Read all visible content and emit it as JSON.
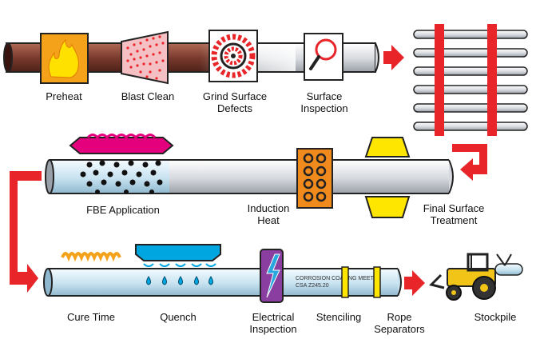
{
  "steps": {
    "preheat": "Preheat",
    "blast_clean": "Blast Clean",
    "grind_surface_defects": "Grind Surface\nDefects",
    "surface_inspection": "Surface\nInspection",
    "fbe_application": "FBE Application",
    "induction_heat": "Induction\nHeat",
    "final_surface_treatment": "Final Surface\nTreatment",
    "cure_time": "Cure Time",
    "quench": "Quench",
    "electrical_inspection": "Electrical\nInspection",
    "stenciling": "Stenciling",
    "rope_separators": "Rope\nSeparators",
    "stockpile": "Stockpile"
  },
  "stencil_text": [
    "CORROSION COATING MEETS",
    "CSA Z245.20"
  ],
  "colors": {
    "pipe_brown": "#7a3b2e",
    "pipe_steel": "#dfe2e6",
    "pipe_coated": "#cfe6f2",
    "arrow_red": "#e8262a",
    "flame_orange": "#f4a21a",
    "flame_yellow": "#ffe100",
    "blast_pink": "#f5c0c4",
    "fbe_magenta": "#e4007c",
    "quench_cyan": "#00a6e0",
    "induction_orange": "#f08a1c",
    "purple": "#8a3ea0",
    "final_yellow": "#ffe600",
    "tractor_yellow": "#f2c418"
  },
  "icons": [
    "flame-icon",
    "blast-nozzle-icon",
    "grinder-disc-icon",
    "magnifier-icon",
    "coil-icon",
    "spray-head-icon",
    "shower-head-icon",
    "lightning-icon",
    "tractor-icon"
  ]
}
